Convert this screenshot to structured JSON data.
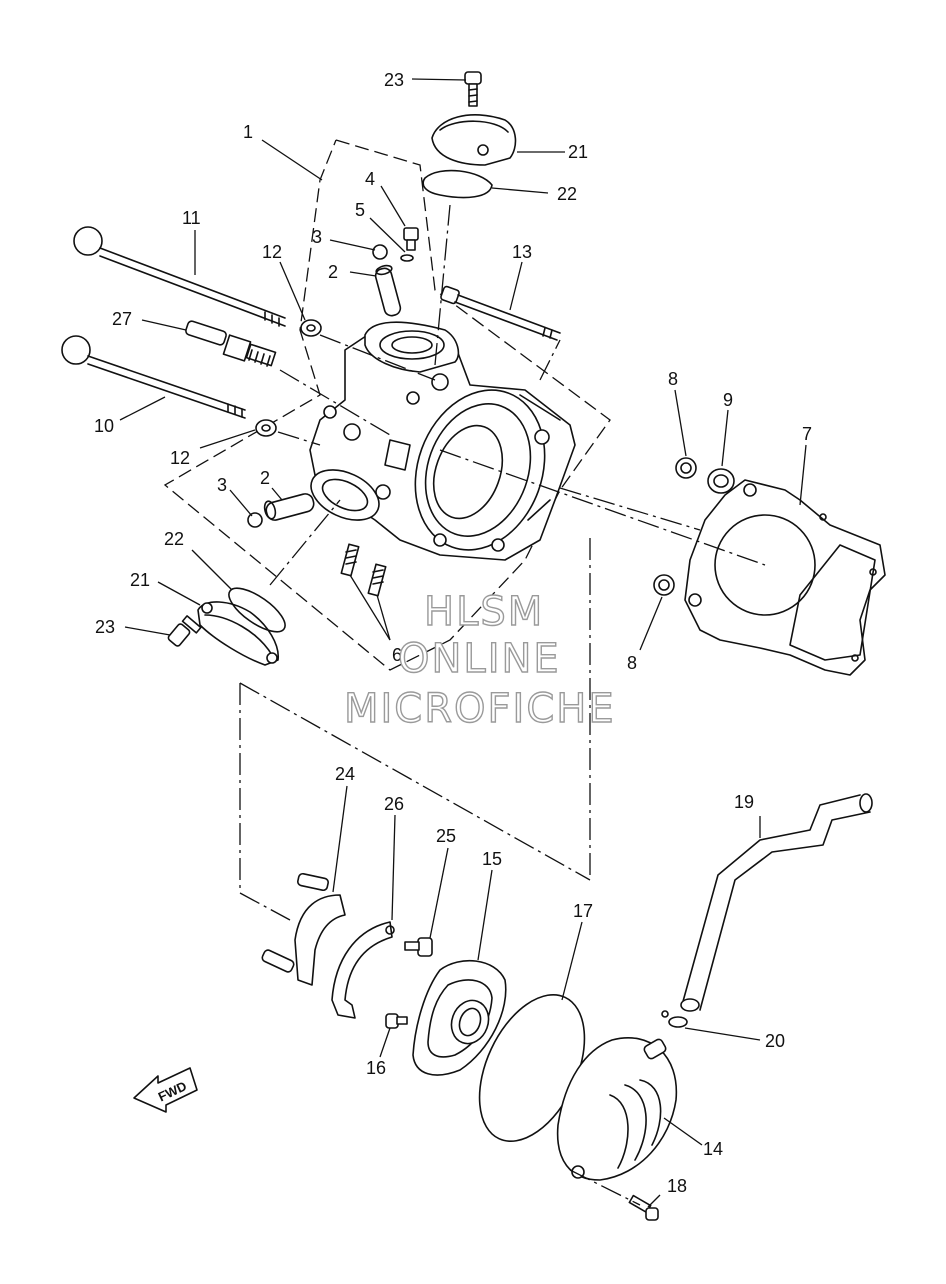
{
  "diagram": {
    "callouts": {
      "c1": "1",
      "c2a": "2",
      "c2b": "2",
      "c3a": "3",
      "c3b": "3",
      "c4": "4",
      "c5": "5",
      "c6": "6",
      "c7": "7",
      "c8a": "8",
      "c8b": "8",
      "c9": "9",
      "c10": "10",
      "c11": "11",
      "c12a": "12",
      "c12b": "12",
      "c13": "13",
      "c14": "14",
      "c15": "15",
      "c16": "16",
      "c17": "17",
      "c18": "18",
      "c19": "19",
      "c20": "20",
      "c21a": "21",
      "c21b": "21",
      "c22a": "22",
      "c22b": "22",
      "c23a": "23",
      "c23b": "23",
      "c24": "24",
      "c25": "25",
      "c26": "26",
      "c27": "27"
    },
    "watermark": [
      "HLSM",
      "ONLINE",
      "MICROFICHE"
    ],
    "fwd_label": "FWD",
    "colors": {
      "line": "#111111",
      "watermark_outline": "#9a9a9a",
      "background": "#ffffff"
    }
  }
}
